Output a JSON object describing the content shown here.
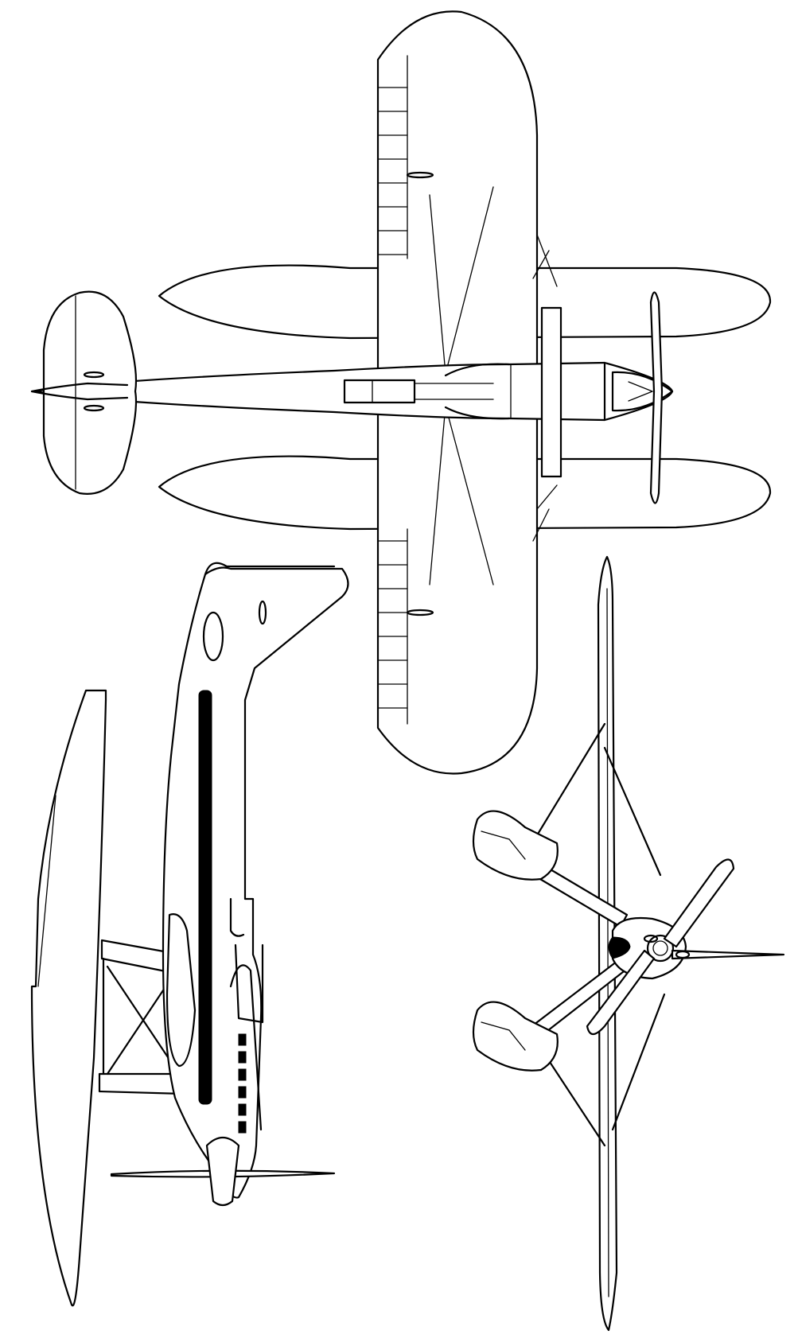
{
  "drawing": {
    "views": [
      "top-view",
      "side-view",
      "front-view"
    ],
    "line_color": "#000000",
    "background_color": "#ffffff"
  }
}
